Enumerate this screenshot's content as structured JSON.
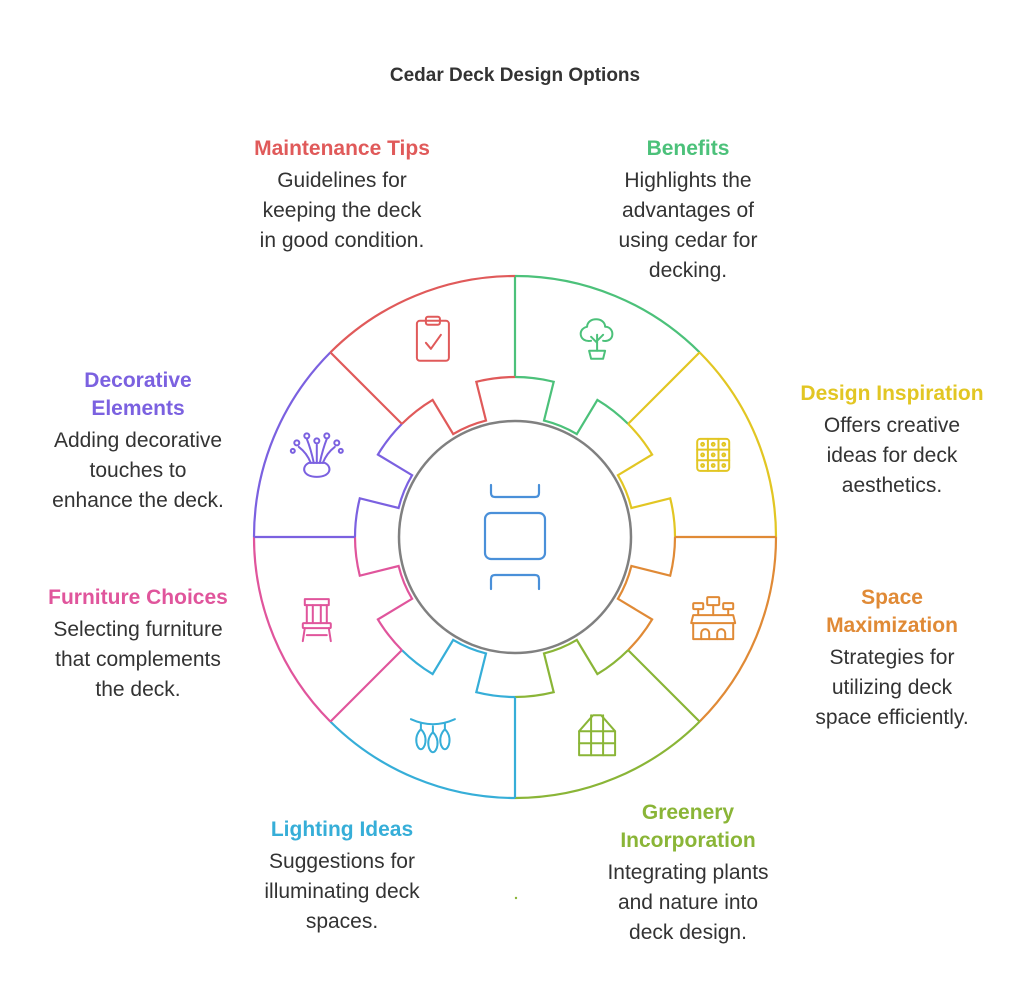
{
  "title": "Cedar Deck Design Options",
  "segments": [
    {
      "id": "benefits",
      "title": [
        "Benefits"
      ],
      "description": [
        "Highlights the",
        "advantages of",
        "using cedar for",
        "decking."
      ],
      "color": "#4cc17a",
      "icon": "tree-icon"
    },
    {
      "id": "design-inspiration",
      "title": [
        "Design Inspiration"
      ],
      "description": [
        "Offers creative",
        "ideas for deck",
        "aesthetics."
      ],
      "color": "#e2c623",
      "icon": "grid-icon"
    },
    {
      "id": "space-maximization",
      "title": [
        "Space",
        "Maximization"
      ],
      "description": [
        "Strategies for",
        "utilizing deck",
        "space efficiently."
      ],
      "color": "#e08a36",
      "icon": "building-icon"
    },
    {
      "id": "greenery-incorporation",
      "title": [
        "Greenery",
        "Incorporation"
      ],
      "description": [
        "Integrating plants",
        "and nature into",
        "deck design."
      ],
      "color": "#8ab537",
      "icon": "greenhouse-icon"
    },
    {
      "id": "lighting-ideas",
      "title": [
        "Lighting Ideas"
      ],
      "description": [
        "Suggestions for",
        "illuminating deck",
        "spaces."
      ],
      "color": "#36aed8",
      "icon": "string-lights-icon"
    },
    {
      "id": "furniture-choices",
      "title": [
        "Furniture Choices"
      ],
      "description": [
        "Selecting furniture",
        "that complements",
        "the deck."
      ],
      "color": "#e0559c",
      "icon": "chair-icon"
    },
    {
      "id": "decorative-elements",
      "title": [
        "Decorative",
        "Elements"
      ],
      "description": [
        "Adding decorative",
        "touches to",
        "enhance the deck."
      ],
      "color": "#7b61e0",
      "icon": "vase-icon"
    },
    {
      "id": "maintenance-tips",
      "title": [
        "Maintenance Tips"
      ],
      "description": [
        "Guidelines for",
        "keeping the deck",
        "in good condition."
      ],
      "color": "#e05a5a",
      "icon": "clipboard-check-icon"
    }
  ],
  "center_color": "#4a90d9",
  "center_icon": "cedar-deck-icon"
}
